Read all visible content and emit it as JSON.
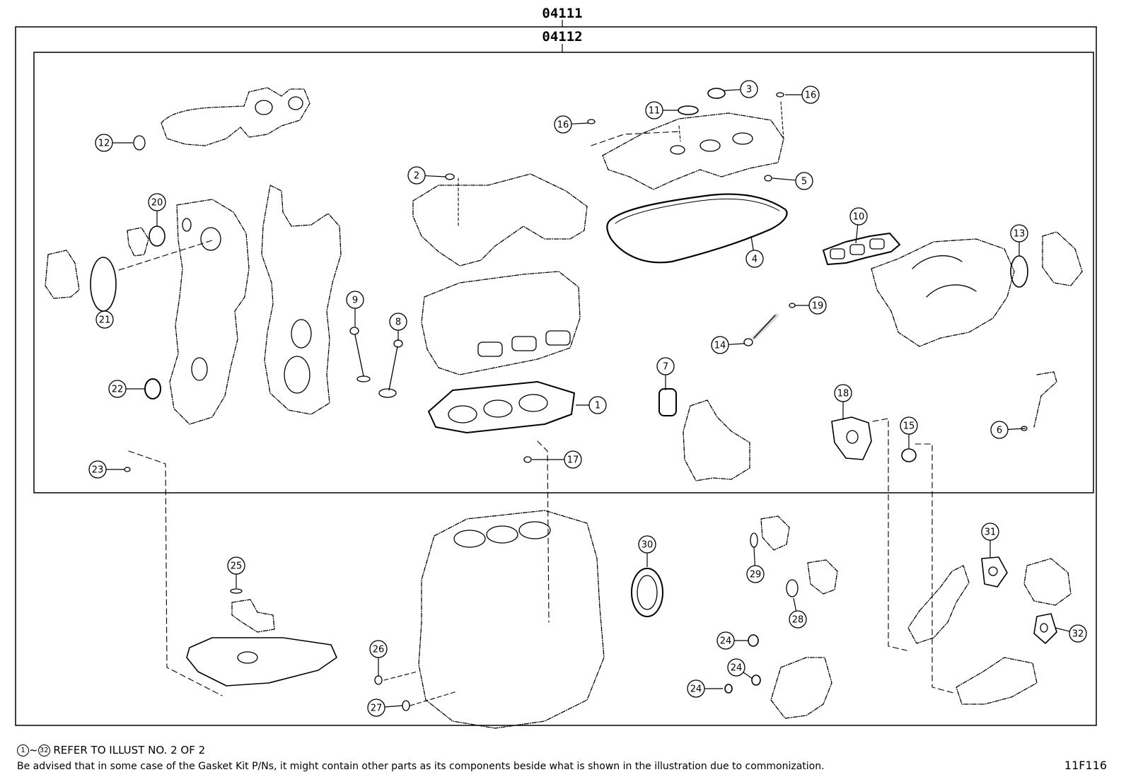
{
  "header": {
    "outer_code": "04111",
    "inner_code": "04112"
  },
  "callouts": [
    {
      "num": "1"
    },
    {
      "num": "2"
    },
    {
      "num": "3"
    },
    {
      "num": "4"
    },
    {
      "num": "5"
    },
    {
      "num": "6"
    },
    {
      "num": "7"
    },
    {
      "num": "8"
    },
    {
      "num": "9"
    },
    {
      "num": "10"
    },
    {
      "num": "11"
    },
    {
      "num": "12"
    },
    {
      "num": "13"
    },
    {
      "num": "14"
    },
    {
      "num": "15"
    },
    {
      "num": "16"
    },
    {
      "num": "16"
    },
    {
      "num": "17"
    },
    {
      "num": "18"
    },
    {
      "num": "19"
    },
    {
      "num": "20"
    },
    {
      "num": "21"
    },
    {
      "num": "22"
    },
    {
      "num": "23"
    },
    {
      "num": "24"
    },
    {
      "num": "24"
    },
    {
      "num": "24"
    },
    {
      "num": "25"
    },
    {
      "num": "26"
    },
    {
      "num": "27"
    },
    {
      "num": "28"
    },
    {
      "num": "29"
    },
    {
      "num": "30"
    },
    {
      "num": "31"
    },
    {
      "num": "32"
    }
  ],
  "footer": {
    "range_start": "1",
    "range_sep": "~",
    "range_end": "32",
    "range_text": "REFER TO ILLUST NO. 2 OF 2",
    "advisory": "Be advised that in some case of the Gasket Kit P/Ns,  it might contain other parts as its components beside what is shown in the illustration due to commonization.",
    "illustration_ref": "11F116"
  }
}
